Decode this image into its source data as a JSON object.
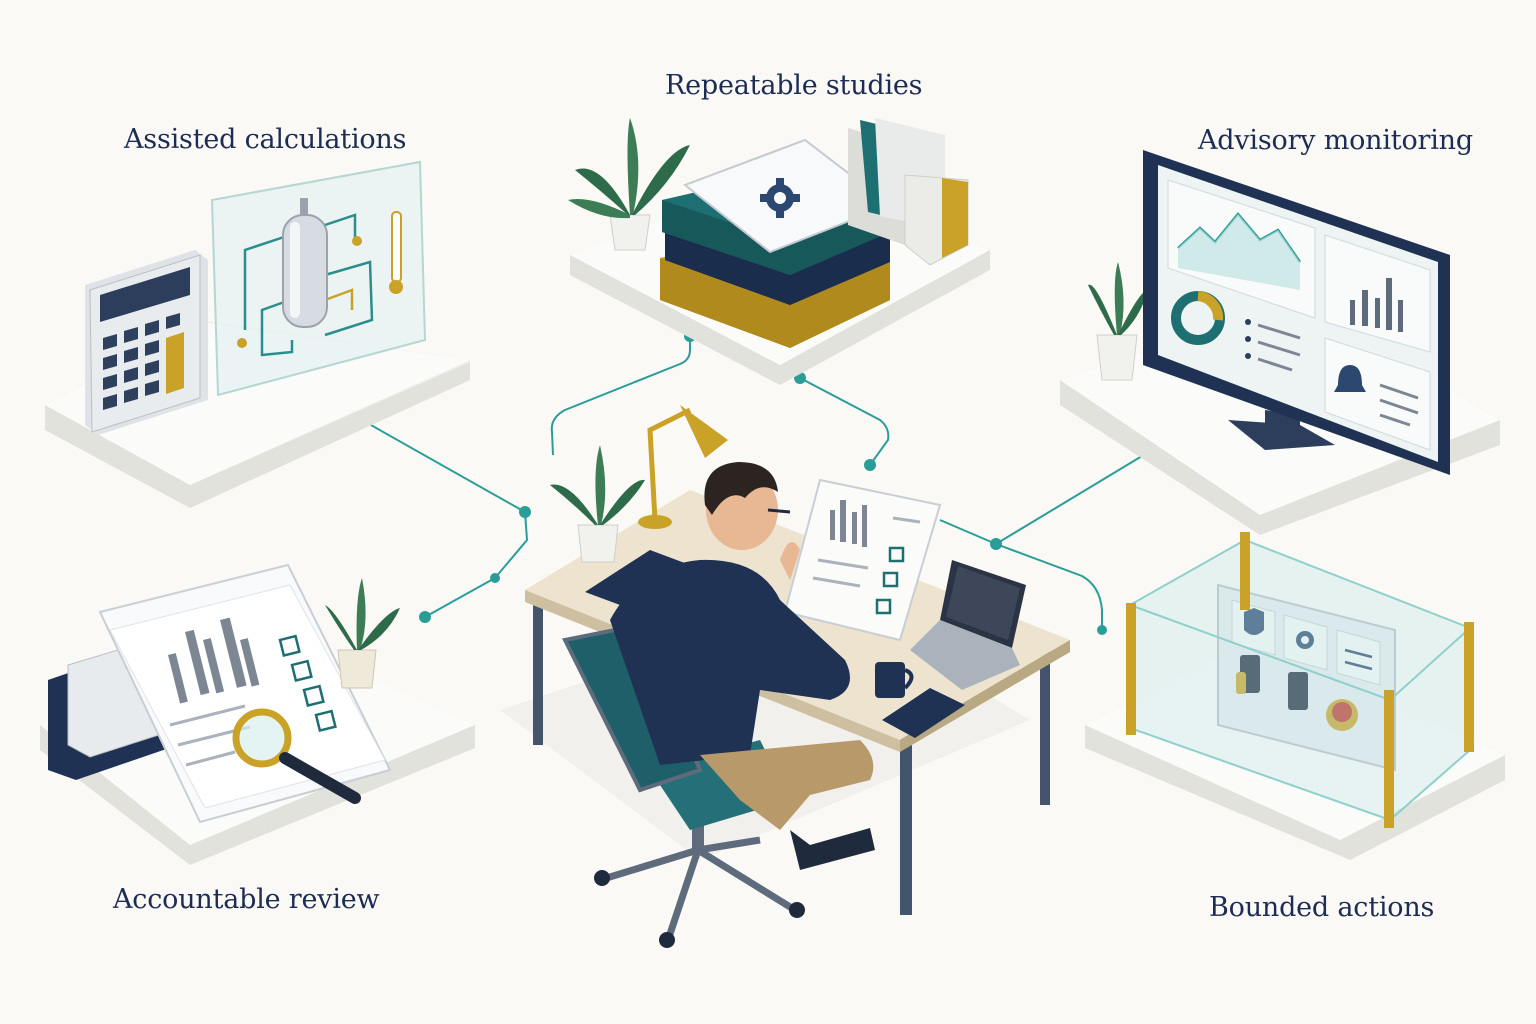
{
  "labels": {
    "repeatable_studies": "Repeatable studies",
    "assisted_calculations": "Assisted calculations",
    "advisory_monitoring": "Advisory monitoring",
    "accountable_review": "Accountable review",
    "bounded_actions": "Bounded actions"
  },
  "colors": {
    "navy": "#1c2c55",
    "teal": "#2a9d98",
    "dark_teal": "#1e5f6a",
    "gold": "#c9a227",
    "background": "#faf9f5"
  }
}
